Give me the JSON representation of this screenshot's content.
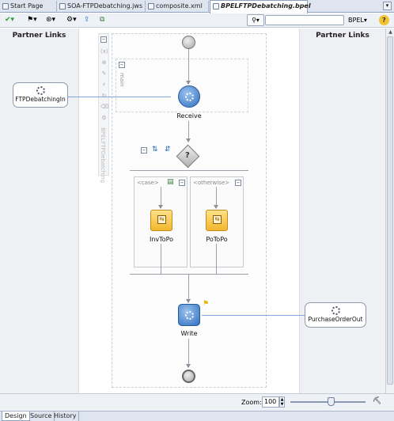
{
  "tabs": [
    {
      "label": "Start Page",
      "active": false
    },
    {
      "label": "SOA-FTPDebatching.jws",
      "active": false
    },
    {
      "label": "composite.xml",
      "active": false
    },
    {
      "label": "BPELFTPDebatching.bpel",
      "active": true
    }
  ],
  "toolbar": {
    "search_icon": "binoculars-icon",
    "search_placeholder": "",
    "bpel_menu": "BPEL▾"
  },
  "canvas": {
    "left_lane_title": "Partner Links",
    "right_lane_title": "Partner Links",
    "process_name": "BPELFTPDebatching",
    "scope_label": "main",
    "partner_left": "FTPDebatchingIn",
    "partner_right": "PurchaseOrderOut",
    "receive_label": "Receive",
    "case_label": "<case>",
    "otherwise_label": "<otherwise>",
    "assign_left_label": "InvToPo",
    "assign_right_label": "PoToPo",
    "write_label": "Write"
  },
  "zoom": {
    "label": "Zoom:",
    "value": "100",
    "slider_percent": 54
  },
  "bottom_tabs": [
    {
      "label": "Design",
      "active": true
    },
    {
      "label": "Source",
      "active": false
    },
    {
      "label": "History",
      "active": false
    }
  ],
  "colors": {
    "activity_blue": "#2f6fbd",
    "assign_yellow": "#f2b72c",
    "lane_bg": "#eef0f3"
  }
}
